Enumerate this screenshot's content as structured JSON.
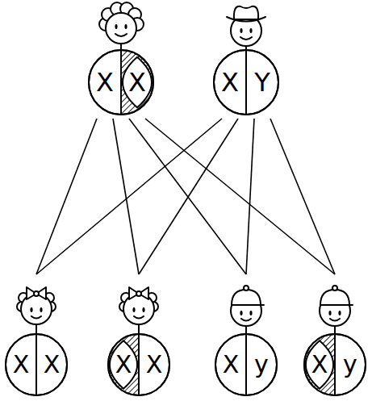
{
  "diagram": {
    "nodes": [
      {
        "text": [
          "X",
          "X"
        ]
      },
      {
        "text": [
          "X",
          "Y"
        ]
      },
      {
        "text": [
          "X",
          "X"
        ]
      },
      {
        "text": [
          "X",
          "X"
        ]
      },
      {
        "text": [
          "X",
          "y"
        ]
      },
      {
        "text": [
          "X",
          "y"
        ]
      }
    ],
    "edges": [
      {
        "from": 0,
        "to": 2,
        "arrow": "none"
      },
      {
        "from": 0,
        "to": 3,
        "arrow": "none"
      },
      {
        "from": 0,
        "to": 4,
        "arrow": "none"
      },
      {
        "from": 0,
        "to": 5,
        "arrow": "none"
      },
      {
        "from": 1,
        "to": 2,
        "arrow": "none"
      },
      {
        "from": 1,
        "to": 3,
        "arrow": "none"
      },
      {
        "from": 1,
        "to": 4,
        "arrow": "none"
      },
      {
        "from": 1,
        "to": 5,
        "arrow": "none"
      }
    ]
  }
}
